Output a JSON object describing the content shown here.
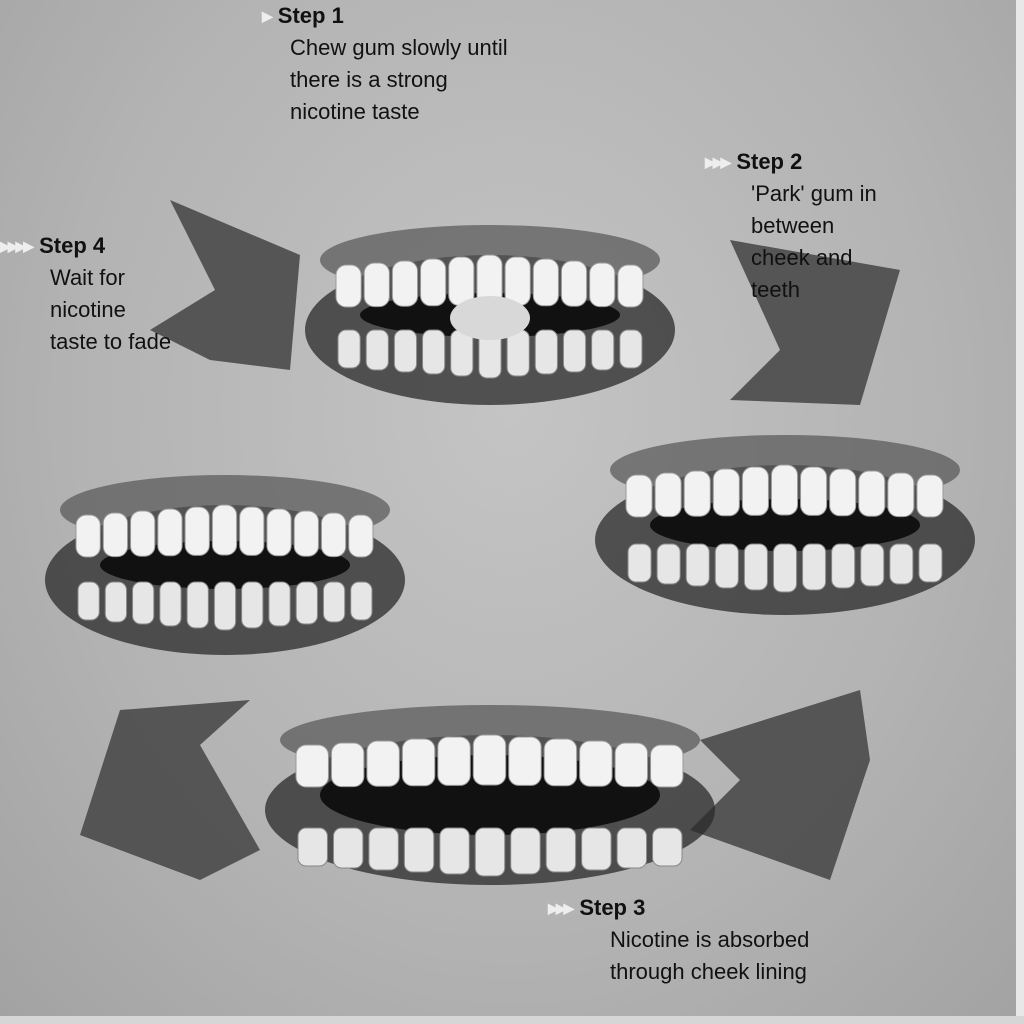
{
  "steps": [
    {
      "title": "Step 1",
      "lines": [
        "Chew gum slowly until",
        "there is a strong",
        "nicotine taste"
      ]
    },
    {
      "title": "Step 2",
      "lines": [
        "'Park' gum in",
        "between",
        "cheek and",
        "teeth"
      ]
    },
    {
      "title": "Step 3",
      "lines": [
        "Nicotine is absorbed",
        "through cheek lining"
      ]
    },
    {
      "title": "Step 4",
      "lines": [
        "Wait for",
        "nicotine",
        "taste to fade"
      ]
    }
  ],
  "marker_icon": "triple-chevron-right-icon",
  "colors": {
    "background": "#b8b8b8",
    "arrow": "#4a4a4a",
    "teeth": "#f2f2f2",
    "gum_shadow": "#2a2a2a"
  }
}
